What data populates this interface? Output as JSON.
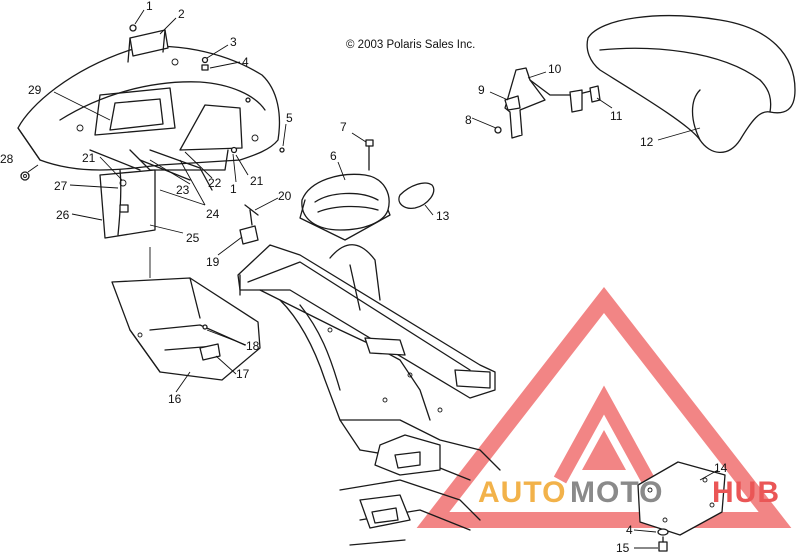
{
  "copyright": "© 2003 Polaris Sales Inc.",
  "watermark": {
    "part1": "AUTO",
    "part2": "MOTO",
    "part3": "HUB",
    "color_outline": "#f07070",
    "color_orange": "#f2b24a",
    "color_gray": "#8a8a8a",
    "color_red": "#ea5656"
  },
  "callouts": {
    "c1": "1",
    "c1b": "1",
    "c2": "2",
    "c3": "3",
    "c4": "4",
    "c4b": "4",
    "c5": "5",
    "c6": "6",
    "c7": "7",
    "c8": "8",
    "c9": "9",
    "c10": "10",
    "c11": "11",
    "c12": "12",
    "c13": "13",
    "c14": "14",
    "c15": "15",
    "c16": "16",
    "c17": "17",
    "c18": "18",
    "c19": "19",
    "c20": "20",
    "c21": "21",
    "c21b": "21",
    "c22": "22",
    "c23": "23",
    "c24": "24",
    "c25": "25",
    "c26": "26",
    "c27": "27",
    "c28": "28",
    "c29": "29"
  }
}
